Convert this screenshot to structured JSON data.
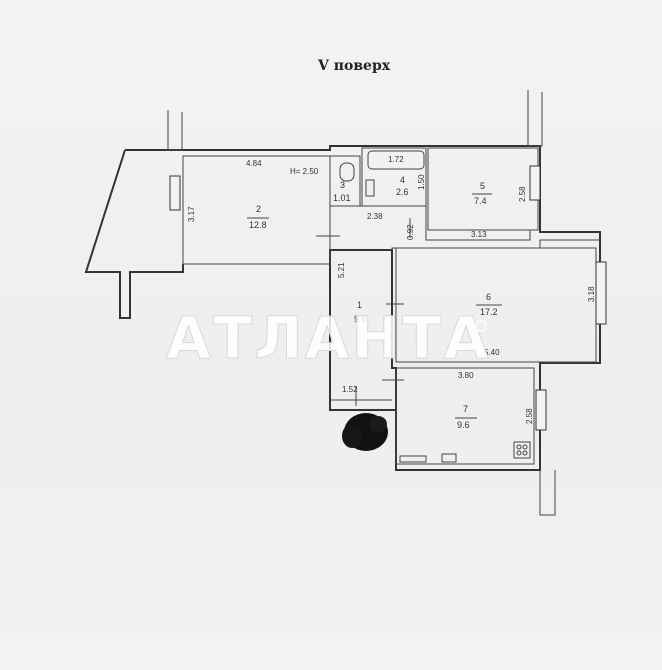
{
  "title": "V поверх",
  "watermark": "АТЛАНТА",
  "height_note": "Н= 2.50",
  "rooms": [
    {
      "id": "1",
      "area": "9.5"
    },
    {
      "id": "2",
      "area": "12.8"
    },
    {
      "id": "3",
      "area": "1.01"
    },
    {
      "id": "4",
      "area": "2.6"
    },
    {
      "id": "5",
      "area": "7.4"
    },
    {
      "id": "6",
      "area": "17.2"
    },
    {
      "id": "7",
      "area": "9.6"
    }
  ],
  "dimensions": {
    "d484": "4.84",
    "d172": "1.72",
    "d150": "1.50",
    "d258a": "2.58",
    "d317": "3.17",
    "d238": "2.38",
    "d092": "0.92",
    "d313": "3.13",
    "d521": "5.21",
    "d318": "3.18",
    "d540": "5.40",
    "d380": "3.80",
    "d152": "1.52",
    "d258b": "2.58"
  }
}
